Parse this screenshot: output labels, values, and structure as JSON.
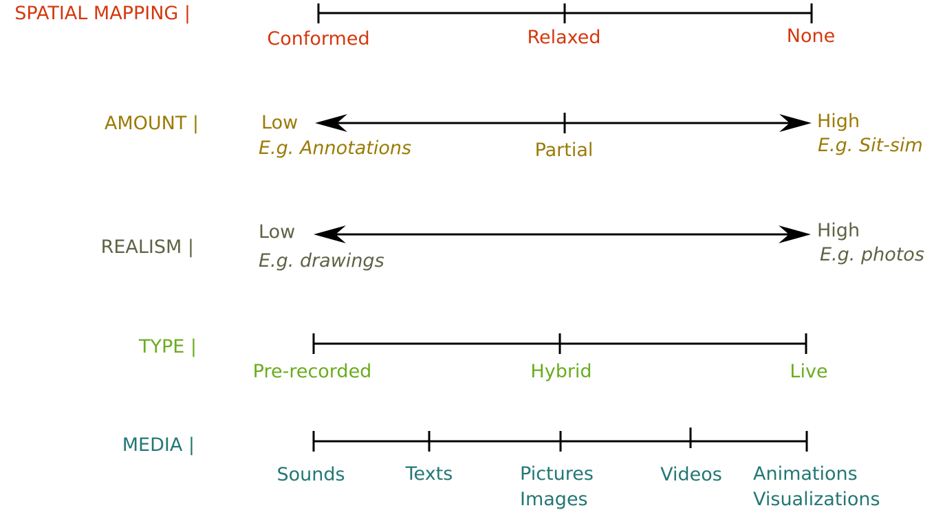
{
  "colors": {
    "spatial": "#d4380d",
    "amount": "#9b7a06",
    "realism": "#5e6345",
    "type": "#6aac1e",
    "media": "#237775",
    "line": "#000000"
  },
  "spatial_mapping": {
    "title": "SPATIAL MAPPING |",
    "labels": [
      "Conformed",
      "Relaxed",
      "None"
    ]
  },
  "amount": {
    "title": "AMOUNT |",
    "low": "Low",
    "low_example": "E.g. Annotations",
    "middle": "Partial",
    "high": "High",
    "high_example": "E.g. Sit-sim"
  },
  "realism": {
    "title": "REALISM |",
    "low": "Low",
    "low_example": "E.g. drawings",
    "high": "High",
    "high_example": "E.g. photos"
  },
  "type": {
    "title": "TYPE |",
    "labels": [
      "Pre-recorded",
      "Hybrid",
      "Live"
    ]
  },
  "media": {
    "title": "MEDIA |",
    "labels": [
      "Sounds",
      "Texts",
      "Pictures",
      "Images",
      "Videos",
      "Animations",
      "Visualizations"
    ]
  }
}
